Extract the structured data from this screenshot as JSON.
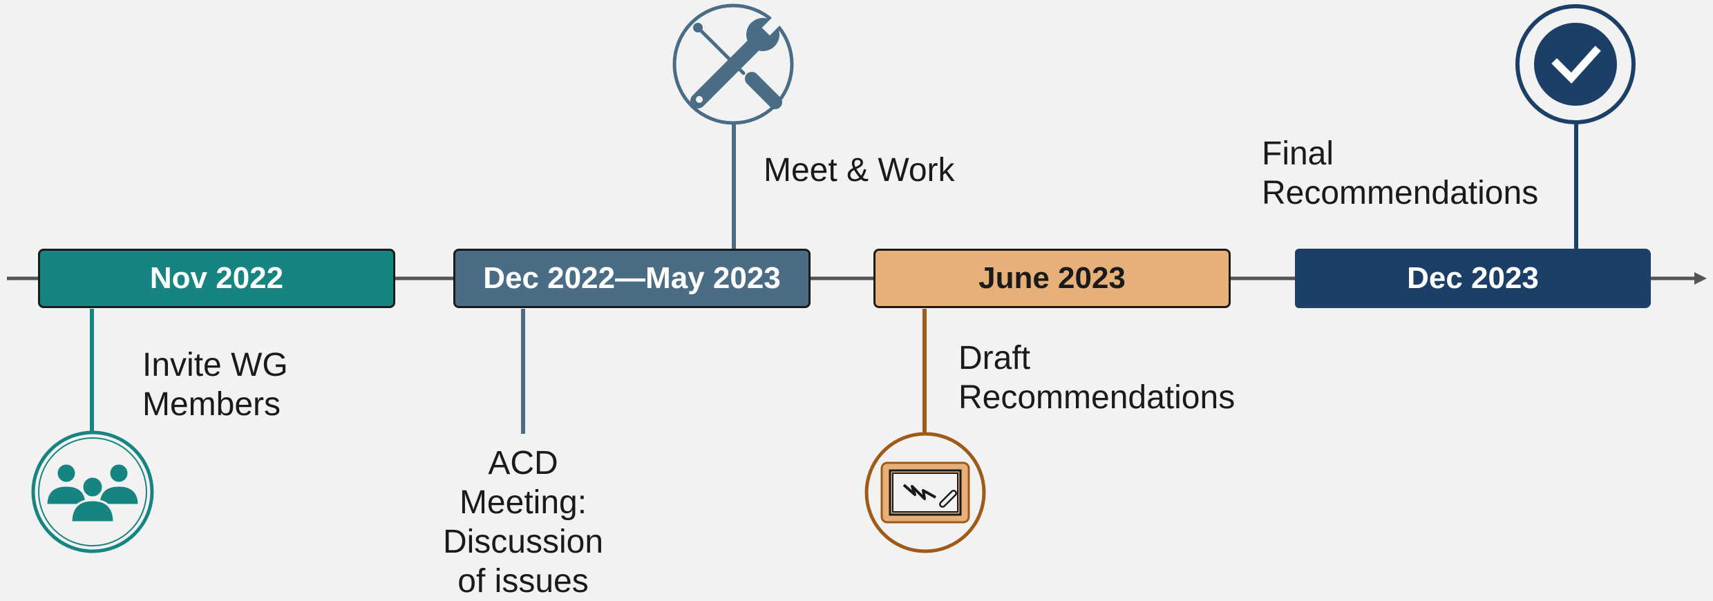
{
  "colors": {
    "teal": "#168480",
    "slate": "#4a6d85",
    "peach": "#e6b078",
    "brown": "#a05a18",
    "navy": "#1b3f66",
    "axis": "#555555"
  },
  "milestones": [
    {
      "date": "Nov 2022",
      "label": "Invite WG\nMembers",
      "icon": "people-group-icon"
    },
    {
      "date": "Dec 2022—May 2023",
      "label_top": "Meet & Work",
      "label_bottom": "ACD\nMeeting:\nDiscussion\nof issues",
      "icon": "tools-wrench-screwdriver-icon"
    },
    {
      "date": "June 2023",
      "label": "Draft\nRecommendations",
      "icon": "whiteboard-icon"
    },
    {
      "date": "Dec 2023",
      "label": "Final\nRecommendations",
      "icon": "checkmark-icon"
    }
  ]
}
